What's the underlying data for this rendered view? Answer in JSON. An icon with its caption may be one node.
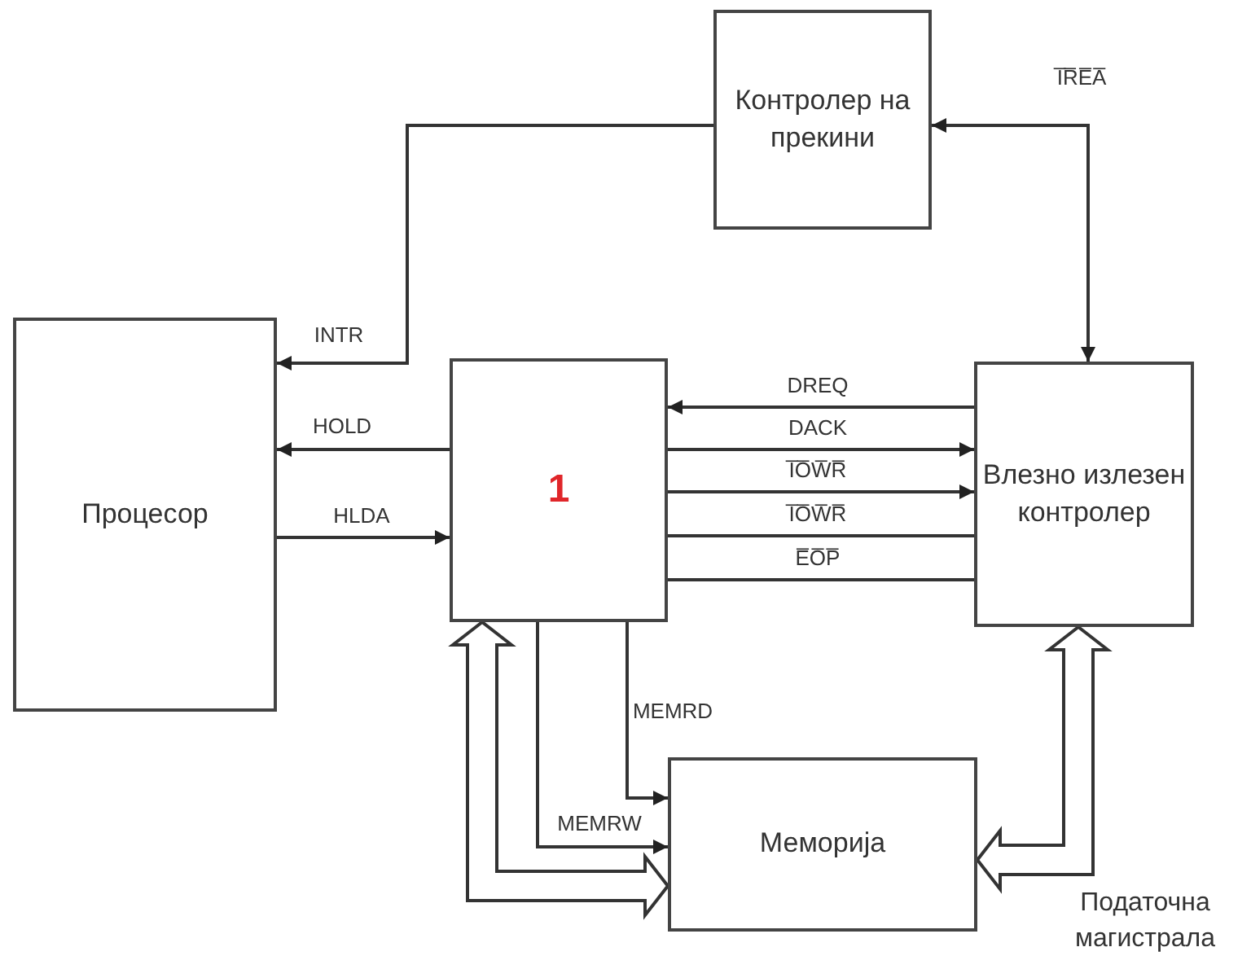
{
  "diagram": {
    "nodes": [
      {
        "text": [
          "Контролер на прекини"
        ]
      },
      {
        "text": [
          "Процесор"
        ]
      },
      {
        "text": [
          "1"
        ]
      },
      {
        "text": [
          "Влезно излезен контролер"
        ]
      },
      {
        "text": [
          "Меморија"
        ]
      }
    ],
    "edges": [
      {
        "from": 0,
        "to": 1,
        "arrow": "to",
        "label": "INTR"
      },
      {
        "from": 3,
        "to": 0,
        "arrow": "both",
        "label": "I̅R̅E̅A̅"
      },
      {
        "from": 2,
        "to": 1,
        "arrow": "to",
        "label": "HOLD"
      },
      {
        "from": 1,
        "to": 2,
        "arrow": "to",
        "label": "HLDA"
      },
      {
        "from": 3,
        "to": 2,
        "arrow": "to",
        "label": "DREQ"
      },
      {
        "from": 2,
        "to": 3,
        "arrow": "to",
        "label": "DACK"
      },
      {
        "from": 2,
        "to": 3,
        "arrow": "to",
        "label": "I̅O̅W̅R̅"
      },
      {
        "from": 2,
        "to": 3,
        "arrow": "none",
        "label": "I̅O̅W̅R̅"
      },
      {
        "from": 2,
        "to": 3,
        "arrow": "none",
        "label": "E̅O̅P̅"
      },
      {
        "from": 2,
        "to": 4,
        "arrow": "to",
        "label": "MEMRD"
      },
      {
        "from": 2,
        "to": 4,
        "arrow": "to",
        "label": "MEMRW"
      },
      {
        "from": 2,
        "to": 4,
        "arrow": "both",
        "style": "thick"
      },
      {
        "from": 3,
        "to": 4,
        "arrow": "both",
        "style": "thick"
      }
    ],
    "labels": [
      "Податочна магистрала"
    ]
  }
}
